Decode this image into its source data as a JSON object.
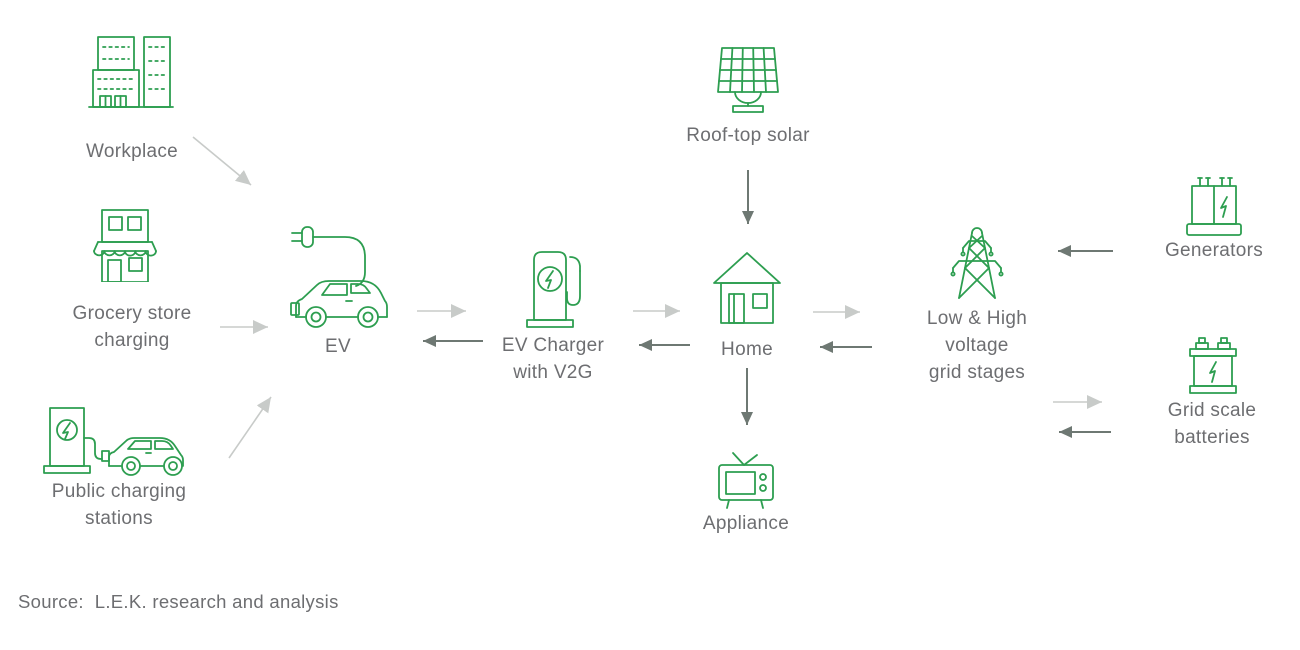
{
  "colors": {
    "icon_green": "#2d9e50",
    "label_gray": "#6d6e71",
    "arrow_light": "#c8cbc9",
    "arrow_dark": "#6e7873",
    "bg": "#ffffff"
  },
  "nodes": {
    "workplace": {
      "icon": "office-buildings-icon",
      "label_lines": [
        "Workplace"
      ]
    },
    "grocery_store": {
      "icon": "store-icon",
      "label_lines": [
        "Grocery store",
        "charging"
      ]
    },
    "public_charging": {
      "icon": "charger-and-car-icon",
      "label_lines": [
        "Public charging",
        "stations"
      ]
    },
    "ev": {
      "icon": "ev-car-plug-icon",
      "label_lines": [
        "EV"
      ]
    },
    "ev_charger": {
      "icon": "charging-station-icon",
      "label_lines": [
        "EV Charger",
        "with V2G"
      ]
    },
    "rooftop_solar": {
      "icon": "solar-panel-icon",
      "label_lines": [
        "Roof-top solar"
      ]
    },
    "home": {
      "icon": "house-icon",
      "label_lines": [
        "Home"
      ]
    },
    "appliance": {
      "icon": "tv-icon",
      "label_lines": [
        "Appliance"
      ]
    },
    "grid_stages": {
      "icon": "transmission-tower-icon",
      "label_lines": [
        "Low & High",
        "voltage",
        "grid stages"
      ]
    },
    "generators": {
      "icon": "transformer-icon",
      "label_lines": [
        "Generators"
      ]
    },
    "grid_batteries": {
      "icon": "battery-icon",
      "label_lines": [
        "Grid scale",
        "batteries"
      ]
    }
  },
  "flows": [
    "workplace to ev",
    "grocery-store to ev",
    "public-charging to ev",
    "ev to ev-charger",
    "ev-charger to ev",
    "ev-charger to home",
    "home to ev-charger",
    "rooftop-solar to home",
    "home to appliance",
    "home to grid-stages",
    "grid-stages to home",
    "generators to grid-stages",
    "grid-stages to grid-batteries",
    "grid-batteries to grid-stages"
  ],
  "source": "Source:  L.E.K. research and analysis"
}
